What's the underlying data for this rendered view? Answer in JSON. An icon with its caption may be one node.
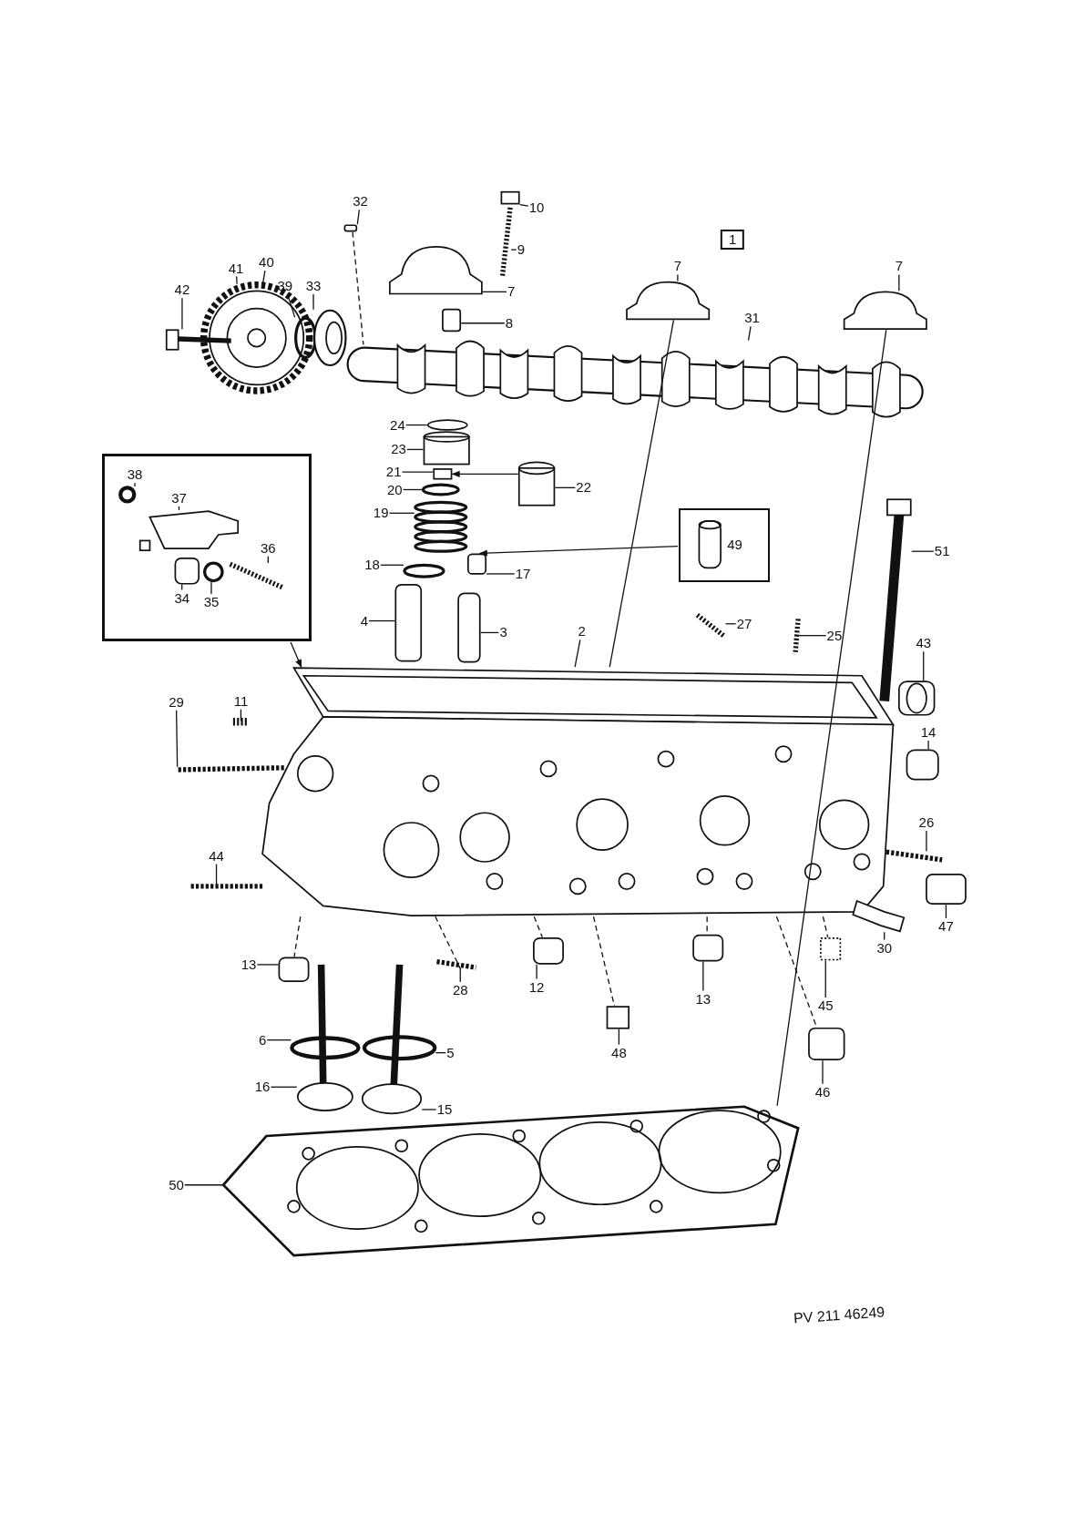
{
  "diagram": {
    "nodes": [
      {
        "text": [
          "10"
        ]
      },
      {
        "text": [
          "32"
        ]
      },
      {
        "text": [
          "1"
        ]
      },
      {
        "text": [
          "9"
        ]
      },
      {
        "text": [
          "40"
        ]
      },
      {
        "text": [
          "7"
        ]
      },
      {
        "text": [
          "7"
        ]
      },
      {
        "text": [
          "41"
        ]
      },
      {
        "text": [
          "39"
        ]
      },
      {
        "text": [
          "33"
        ]
      },
      {
        "text": [
          "42"
        ]
      },
      {
        "text": [
          "7"
        ]
      },
      {
        "text": [
          "31"
        ]
      },
      {
        "text": [
          "8"
        ]
      },
      {
        "text": [
          "24"
        ]
      },
      {
        "text": [
          "23"
        ]
      },
      {
        "text": [
          "21"
        ]
      },
      {
        "text": [
          "20"
        ]
      },
      {
        "text": [
          "22"
        ]
      },
      {
        "text": [],
        "shape": "box"
      },
      {
        "text": [
          "38"
        ],
        "in": 19
      },
      {
        "text": [
          "37"
        ],
        "in": 19
      },
      {
        "text": [
          "36"
        ],
        "in": 19
      },
      {
        "text": [
          "34"
        ],
        "in": 19
      },
      {
        "text": [
          "35"
        ],
        "in": 19
      },
      {
        "text": [
          "19"
        ]
      },
      {
        "text": [
          "49"
        ]
      },
      {
        "text": [
          "51"
        ]
      },
      {
        "text": [
          "18"
        ]
      },
      {
        "text": [
          "17"
        ]
      },
      {
        "text": [
          "4"
        ]
      },
      {
        "text": [
          "27"
        ]
      },
      {
        "text": [
          "3"
        ]
      },
      {
        "text": [
          "2"
        ]
      },
      {
        "text": [
          "25"
        ]
      },
      {
        "text": [
          "43"
        ]
      },
      {
        "text": [
          "11"
        ]
      },
      {
        "text": [
          "29"
        ]
      },
      {
        "text": [
          "14"
        ]
      },
      {
        "text": [
          "26"
        ]
      },
      {
        "text": [
          "44"
        ]
      },
      {
        "text": [
          "47"
        ]
      },
      {
        "text": [
          "30"
        ]
      },
      {
        "text": [
          "13"
        ]
      },
      {
        "text": [
          "12"
        ]
      },
      {
        "text": [
          "28"
        ]
      },
      {
        "text": [
          "13"
        ]
      },
      {
        "text": [
          "45"
        ]
      },
      {
        "text": [
          "6"
        ]
      },
      {
        "text": [
          "5"
        ]
      },
      {
        "text": [
          "48"
        ]
      },
      {
        "text": [
          "16"
        ]
      },
      {
        "text": [
          "46"
        ]
      },
      {
        "text": [
          "15"
        ]
      },
      {
        "text": [
          "50"
        ]
      },
      {
        "text": [],
        "shape": "box"
      },
      {
        "text": [],
        "shape": "picture"
      },
      {
        "text": [],
        "shape": "box"
      },
      {
        "text": [],
        "shape": "picture"
      },
      {
        "text": [],
        "shape": "picture"
      },
      {
        "text": [],
        "shape": "circle"
      },
      {
        "text": [],
        "shape": "circle"
      },
      {
        "text": [],
        "shape": "picture"
      },
      {
        "text": [],
        "shape": "picture"
      },
      {
        "text": [],
        "shape": "picture"
      },
      {
        "text": [],
        "shape": "box"
      },
      {
        "text": [],
        "shape": "picture"
      },
      {
        "text": [],
        "shape": "circle"
      },
      {
        "text": [],
        "shape": "cylinder"
      },
      {
        "text": [],
        "shape": "box"
      },
      {
        "text": [],
        "shape": "circle"
      },
      {
        "text": [],
        "shape": "cylinder"
      },
      {
        "text": [],
        "shape": "picture"
      },
      {
        "text": [],
        "shape": "circle"
      },
      {
        "text": [],
        "shape": "box"
      },
      {
        "text": [],
        "shape": "box"
      },
      {
        "text": [],
        "shape": "box"
      },
      {
        "text": [],
        "shape": "picture"
      },
      {
        "text": [],
        "shape": "picture"
      },
      {
        "text": [],
        "shape": "picture"
      },
      {
        "text": [],
        "shape": "cylinder"
      },
      {
        "text": [],
        "shape": "picture"
      },
      {
        "text": [],
        "shape": "box"
      },
      {
        "text": [],
        "shape": "picture"
      },
      {
        "text": [],
        "shape": "picture"
      },
      {
        "text": [],
        "shape": "picture"
      },
      {
        "text": [],
        "shape": "picture"
      },
      {
        "text": [],
        "shape": "box"
      },
      {
        "text": [],
        "shape": "picture"
      },
      {
        "text": [],
        "shape": "box"
      },
      {
        "text": [],
        "shape": "box"
      },
      {
        "text": [],
        "shape": "picture"
      },
      {
        "text": [],
        "shape": "box"
      },
      {
        "text": [],
        "shape": "box"
      },
      {
        "text": [],
        "shape": "box"
      },
      {
        "text": [],
        "shape": "box"
      },
      {
        "text": [],
        "shape": "circle"
      },
      {
        "text": [],
        "shape": "circle"
      },
      {
        "text": [],
        "shape": "picture"
      },
      {
        "text": [],
        "shape": "picture"
      },
      {
        "text": [],
        "shape": "picture"
      },
      {
        "text": [],
        "shape": "cylinder",
        "in": 26
      },
      {
        "text": [],
        "shape": "circle",
        "in": 19
      },
      {
        "text": [],
        "shape": "picture",
        "in": 19
      },
      {
        "text": [],
        "shape": "picture",
        "in": 19
      },
      {
        "text": [],
        "shape": "box",
        "in": 19
      },
      {
        "text": [],
        "shape": "circle",
        "in": 19
      }
    ],
    "edges": [
      {
        "from": 0,
        "to": 55,
        "arrow": "none"
      },
      {
        "from": 1,
        "to": 57,
        "arrow": "none"
      },
      {
        "from": 3,
        "to": 56,
        "arrow": "none"
      },
      {
        "from": 4,
        "to": 58,
        "arrow": "none"
      },
      {
        "from": 5,
        "to": 63,
        "arrow": "none"
      },
      {
        "from": 6,
        "to": 64,
        "arrow": "none"
      },
      {
        "from": 7,
        "to": 58,
        "arrow": "none"
      },
      {
        "from": 8,
        "to": 60,
        "arrow": "none"
      },
      {
        "from": 9,
        "to": 61,
        "arrow": "none"
      },
      {
        "from": 10,
        "to": 59,
        "arrow": "none"
      },
      {
        "from": 11,
        "to": 62,
        "arrow": "none"
      },
      {
        "from": 12,
        "to": 66,
        "arrow": "none"
      },
      {
        "from": 13,
        "to": 65,
        "arrow": "none"
      },
      {
        "from": 14,
        "to": 67,
        "arrow": "none"
      },
      {
        "from": 15,
        "to": 68,
        "arrow": "none"
      },
      {
        "from": 16,
        "to": 69,
        "arrow": "none"
      },
      {
        "from": 17,
        "to": 70,
        "arrow": "none"
      },
      {
        "from": 18,
        "to": 71,
        "arrow": "none"
      },
      {
        "from": 20,
        "to": 102,
        "arrow": "none"
      },
      {
        "from": 21,
        "to": 103,
        "arrow": "none"
      },
      {
        "from": 22,
        "to": 104,
        "arrow": "none"
      },
      {
        "from": 23,
        "to": 105,
        "arrow": "none"
      },
      {
        "from": 24,
        "to": 106,
        "arrow": "none"
      },
      {
        "from": 25,
        "to": 72,
        "arrow": "none"
      },
      {
        "from": 27,
        "to": 77,
        "arrow": "none"
      },
      {
        "from": 28,
        "to": 73,
        "arrow": "none"
      },
      {
        "from": 29,
        "to": 74,
        "arrow": "none"
      },
      {
        "from": 30,
        "to": 75,
        "arrow": "none"
      },
      {
        "from": 31,
        "to": 78,
        "arrow": "none"
      },
      {
        "from": 32,
        "to": 76,
        "arrow": "none"
      },
      {
        "from": 33,
        "to": 81,
        "arrow": "none"
      },
      {
        "from": 34,
        "to": 79,
        "arrow": "none"
      },
      {
        "from": 35,
        "to": 80,
        "arrow": "none"
      },
      {
        "from": 36,
        "to": 83,
        "arrow": "none"
      },
      {
        "from": 37,
        "to": 84,
        "arrow": "none"
      },
      {
        "from": 38,
        "to": 82,
        "arrow": "none"
      },
      {
        "from": 39,
        "to": 85,
        "arrow": "none"
      },
      {
        "from": 40,
        "to": 86,
        "arrow": "none"
      },
      {
        "from": 41,
        "to": 87,
        "arrow": "none"
      },
      {
        "from": 42,
        "to": 88,
        "arrow": "none"
      },
      {
        "from": 43,
        "to": 89,
        "arrow": "none"
      },
      {
        "from": 44,
        "to": 90,
        "arrow": "none"
      },
      {
        "from": 45,
        "to": 91,
        "arrow": "none"
      },
      {
        "from": 46,
        "to": 92,
        "arrow": "none"
      },
      {
        "from": 47,
        "to": 93,
        "arrow": "none"
      },
      {
        "from": 48,
        "to": 96,
        "arrow": "none"
      },
      {
        "from": 49,
        "to": 97,
        "arrow": "none"
      },
      {
        "from": 50,
        "to": 94,
        "arrow": "none"
      },
      {
        "from": 51,
        "to": 98,
        "arrow": "none"
      },
      {
        "from": 52,
        "to": 95,
        "arrow": "none"
      },
      {
        "from": 53,
        "to": 99,
        "arrow": "none"
      },
      {
        "from": 54,
        "to": 100,
        "arrow": "none"
      },
      {
        "from": 19,
        "to": 81,
        "arrow": "to"
      },
      {
        "from": 26,
        "to": 74,
        "arrow": "to"
      },
      {
        "from": 71,
        "to": 69,
        "arrow": "to"
      },
      {
        "from": 57,
        "to": 66,
        "arrow": "none",
        "style": "dashed"
      },
      {
        "from": 63,
        "to": 81,
        "arrow": "none"
      },
      {
        "from": 64,
        "to": 100,
        "arrow": "none"
      },
      {
        "from": 81,
        "to": 89,
        "arrow": "none",
        "style": "dashed"
      },
      {
        "from": 81,
        "to": 91,
        "arrow": "none",
        "style": "dashed"
      },
      {
        "from": 81,
        "to": 90,
        "arrow": "none",
        "style": "dashed"
      },
      {
        "from": 81,
        "to": 94,
        "arrow": "none",
        "style": "dashed"
      },
      {
        "from": 81,
        "to": 92,
        "arrow": "none",
        "style": "dashed"
      },
      {
        "from": 81,
        "to": 95,
        "arrow": "none",
        "style": "dashed"
      },
      {
        "from": 81,
        "to": 93,
        "arrow": "none",
        "style": "dashed"
      }
    ],
    "labels": [
      "PV 211 46249"
    ]
  }
}
